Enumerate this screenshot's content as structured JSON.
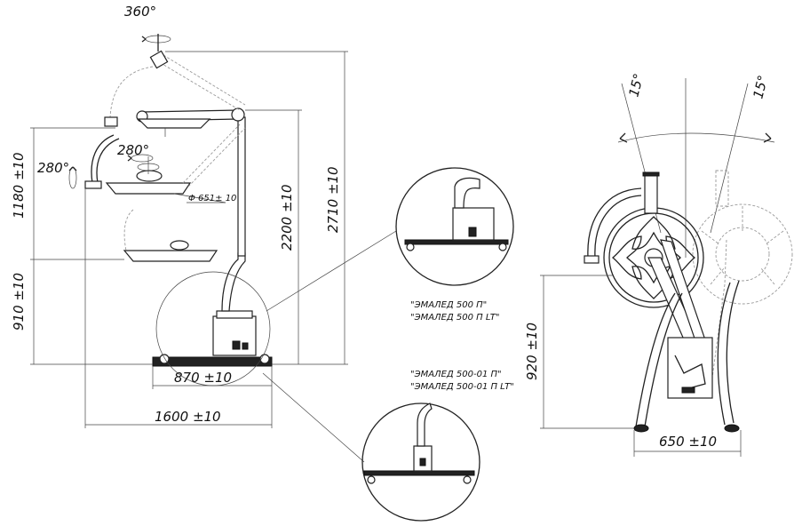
{
  "dimensions": {
    "rot_360": "360°",
    "rot_280_top": "280°",
    "rot_280_left": "280°",
    "h_1180": "1180 ±10",
    "h_910": "910 ±10",
    "h_2200": "2200 ±10",
    "h_2710": "2710 ±10",
    "dia_651": "Φ 651± 10",
    "w_870": "870 ±10",
    "w_1600": "1600 ±10",
    "ang_15_left": "15°",
    "ang_15_right": "15°",
    "h_920": "920 ±10",
    "w_650": "650 ±10"
  },
  "captions": {
    "detail_1_line1": "\"ЭМАЛЕД 500 П\"",
    "detail_1_line2": "\"ЭМАЛЕД 500 П LT\"",
    "detail_2_line1": "\"ЭМАЛЕД 500-01 П\"",
    "detail_2_line2": "\"ЭМАЛЕД 500-01 П LT\""
  }
}
